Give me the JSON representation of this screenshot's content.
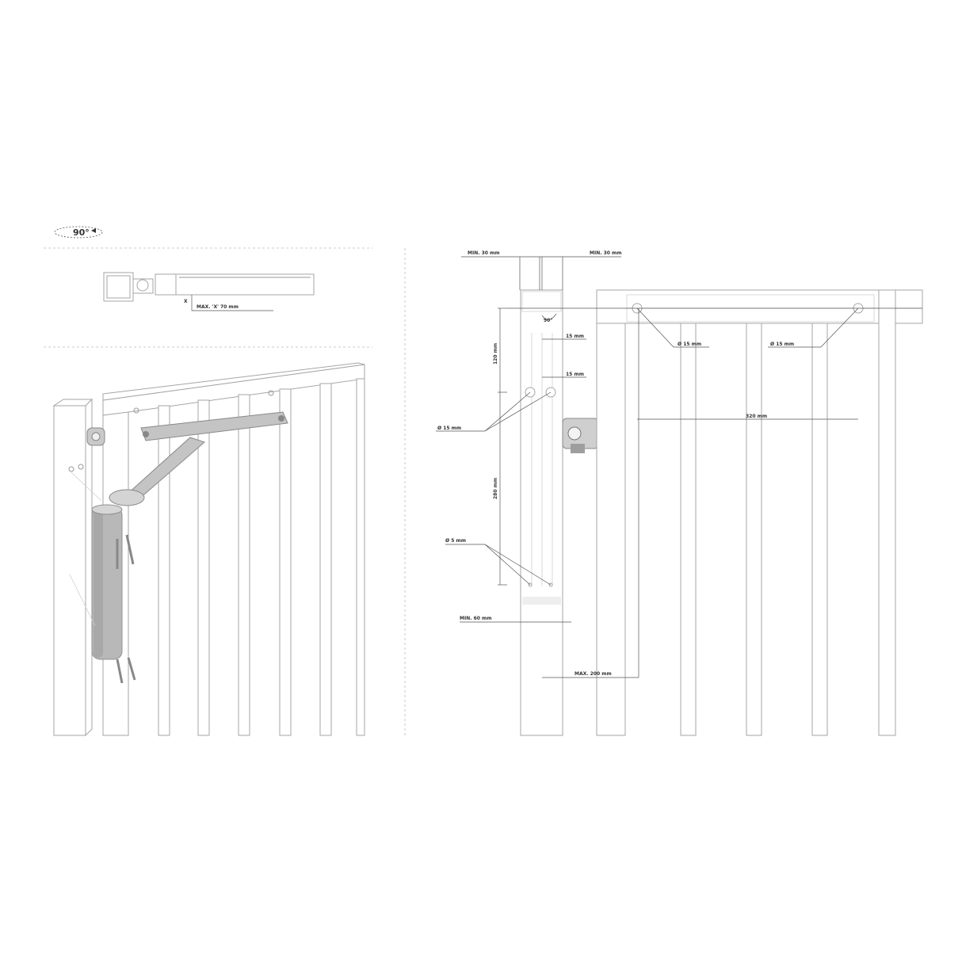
{
  "angle_badge": {
    "label": "90°"
  },
  "top_view": {
    "x_label": "X",
    "max_x_label": "MAX. 'X' 70 mm"
  },
  "drawing": {
    "min_30_left": "MIN. 30 mm",
    "min_30_right": "MIN. 30 mm",
    "angle_90": "90°",
    "dim_15_a": "15 mm",
    "dim_15_b": "15 mm",
    "dim_120": "120 mm",
    "hole_15_left": "Ø 15 mm",
    "dim_280": "280 mm",
    "hole_5": "Ø 5 mm",
    "min_60": "MIN. 60 mm",
    "max_200": "MAX. 200 mm",
    "hole_15_rail_left": "Ø 15 mm",
    "hole_15_rail_right": "Ø 15 mm",
    "dim_320": "320 mm"
  },
  "colors": {
    "line": "#9a9a9a",
    "text": "#333333",
    "closer_body": "#b8b8b8",
    "closer_dark": "#8f8f8f"
  }
}
